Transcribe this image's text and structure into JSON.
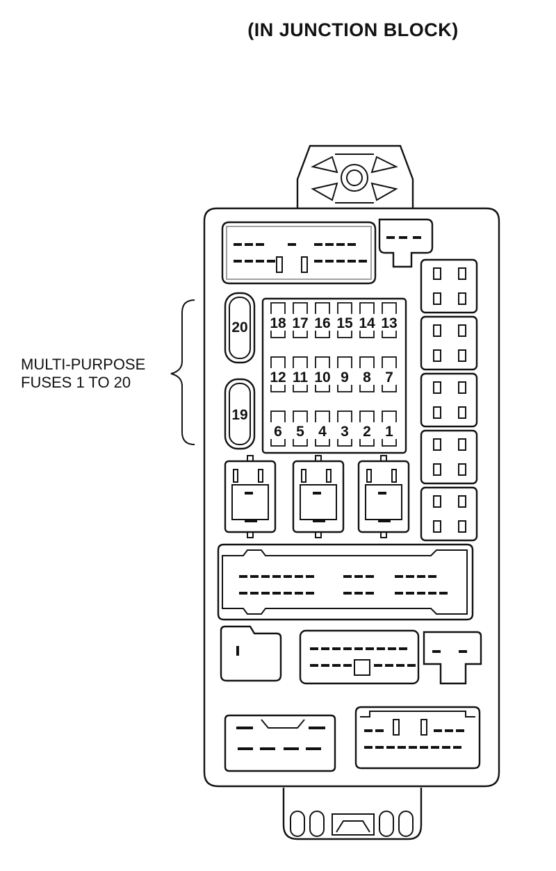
{
  "title": "(IN JUNCTION BLOCK)",
  "label": {
    "line1": "MULTI-PURPOSE",
    "line2": "FUSES 1 TO 20"
  },
  "fuses": {
    "big_top": "20",
    "big_bottom": "19",
    "row1": [
      "18",
      "17",
      "16",
      "15",
      "14",
      "13"
    ],
    "row2": [
      "12",
      "11",
      "10",
      "9",
      "8",
      "7"
    ],
    "row3": [
      "6",
      "5",
      "4",
      "3",
      "2",
      "1"
    ]
  }
}
